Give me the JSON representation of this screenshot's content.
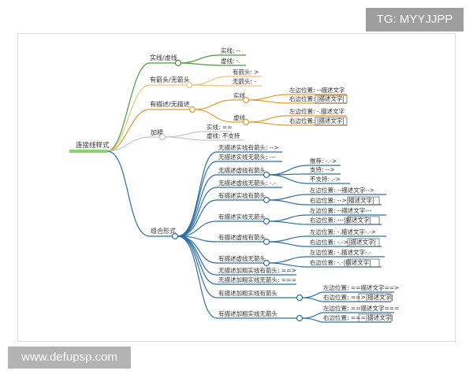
{
  "watermarks": {
    "top": "TG: MYYJJPP",
    "bottom": "www.defupsp.com"
  },
  "root": "连接线样式",
  "b1": {
    "label": "实线/虚线",
    "solid": "实线: --",
    "dashed": "虚线: -."
  },
  "b2": {
    "label": "有箭头/无箭头",
    "arrow": "有箭头: >",
    "noarrow": "无箭头: -"
  },
  "b3": {
    "label": "有描述/无描述",
    "solid": "实线",
    "dashed": "虚线",
    "solid_left": "左边位置: --描述文字",
    "solid_right": "右边位置: |描述文字|",
    "dashed_left": "左边位置: -.描述文字",
    "dashed_right": "右边位置: |描述文字|"
  },
  "b4": {
    "label": "加粗",
    "solid": "实线: ==",
    "dashed": "虚线: 不支持"
  },
  "b5": {
    "label": "组合形式",
    "c1": "无描述实线有箭头: -->",
    "c2": "无描述实线无箭头: ---",
    "c3": "无描述虚线有箭头",
    "c3_rec": "推荐: -.->",
    "c3_ok": "支持: -->",
    "c3_no": "不支持: .->",
    "c4": "无描述虚线无箭头: -.-",
    "c5": "有描述实线有箭头",
    "c5_left": "左边位置: --描述文字-->",
    "c5_right": "右边位置: -->|描述文字|",
    "c6": "有描述实线无箭头",
    "c6_left": "左边位置: --描述文字---",
    "c6_right": "右边位置: ---|描述文字|",
    "c7": "有描述虚线有箭头",
    "c7_left": "左边位置: -.描述文字-.->",
    "c7_right": "右边位置: -.->|描述文字|",
    "c8": "有描述虚线无箭头",
    "c8_left": "左边位置: -.描述文字-.-",
    "c8_right": "右边位置: -.-|描述文字|",
    "c9": "无描述加粗实线有箭头: ==>",
    "c10": "无描述加粗实线无箭头: ===",
    "c11": "有描述加粗实线有箭头",
    "c11_left": "左边位置: ==描述文字==>",
    "c11_right": "右边位置: ==>|描述文字|",
    "c12": "有描述加粗实线无箭头",
    "c12_left": "左边位置: ==描述文字===",
    "c12_right": "右边位置: ===|描述文字|"
  }
}
